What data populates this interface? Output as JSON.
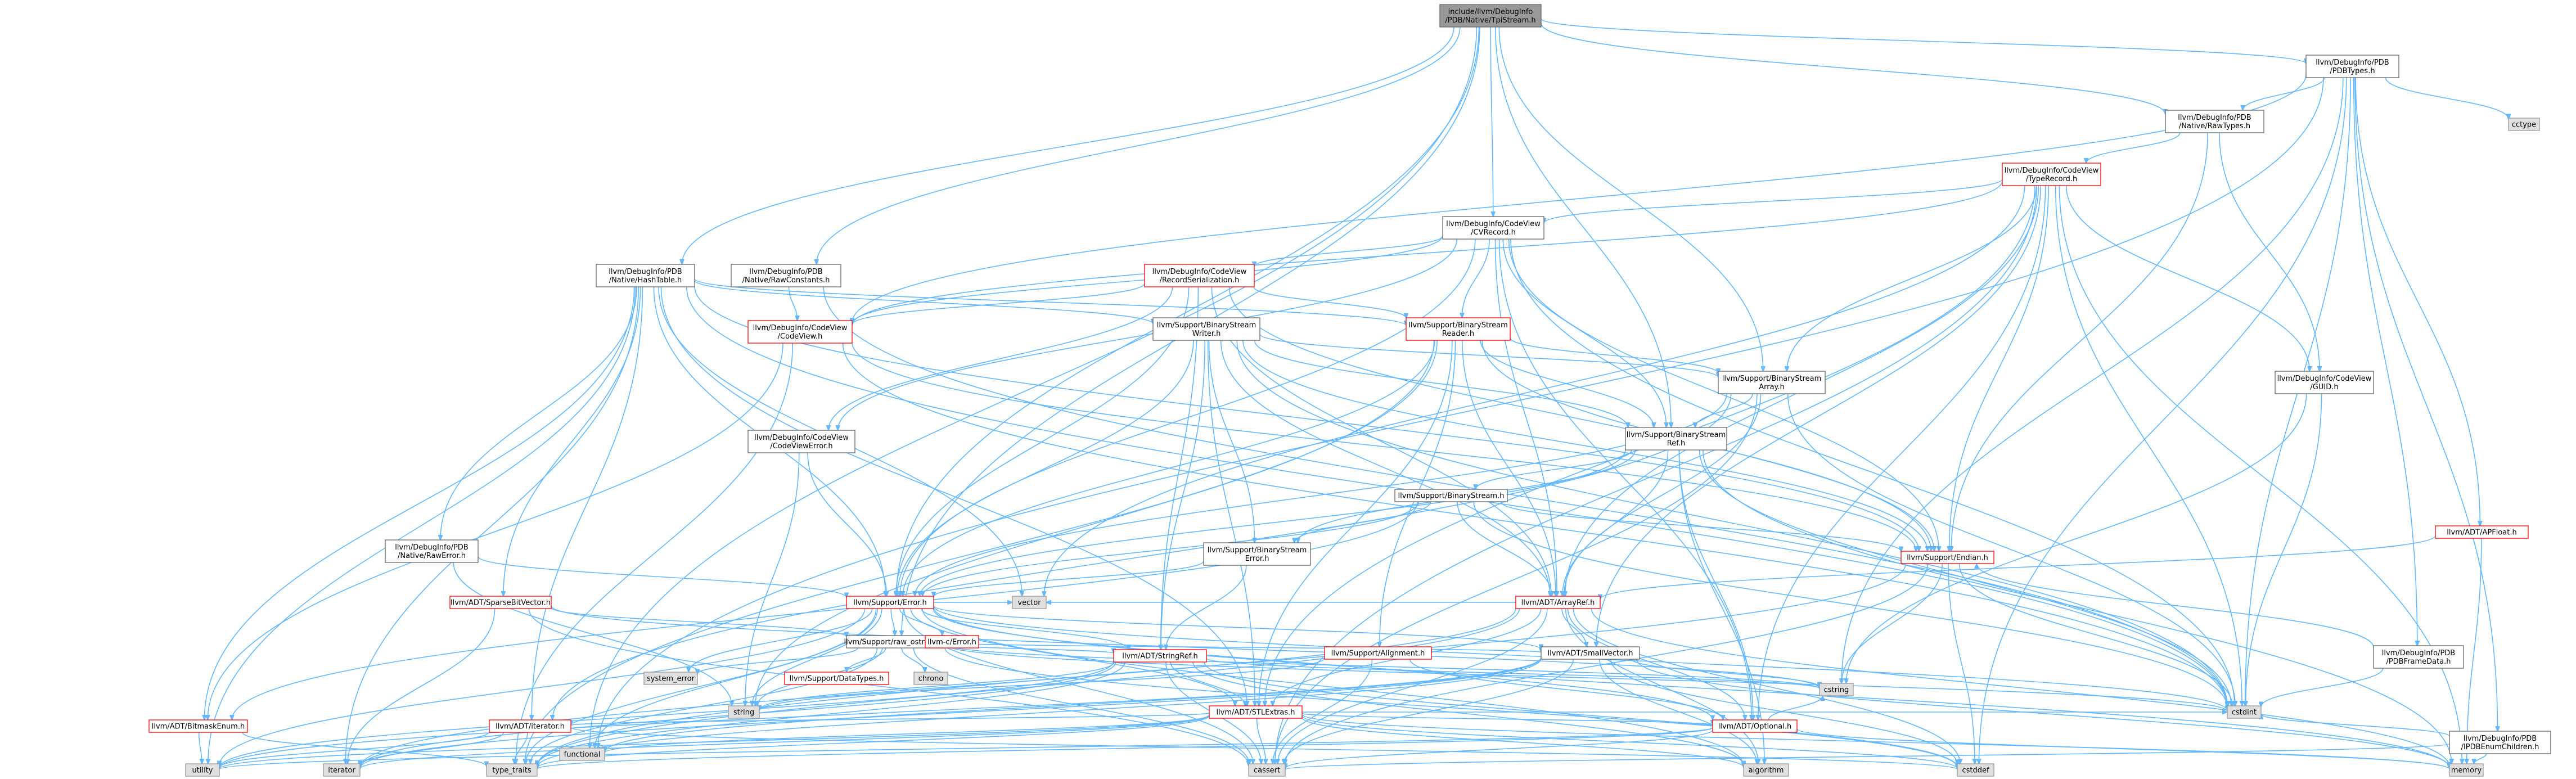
{
  "nodes": [
    {
      "id": "root",
      "label": [
        "include/llvm/DebugInfo",
        "/PDB/Native/TpiStream.h"
      ],
      "kind": "root"
    },
    {
      "id": "pdbtypes",
      "label": [
        "llvm/DebugInfo/PDB",
        "/PDBTypes.h"
      ],
      "kind": "normal"
    },
    {
      "id": "rawtypes",
      "label": [
        "llvm/DebugInfo/PDB",
        "/Native/RawTypes.h"
      ],
      "kind": "normal"
    },
    {
      "id": "cctype",
      "label": [
        "cctype"
      ],
      "kind": "std"
    },
    {
      "id": "typerecord",
      "label": [
        "llvm/DebugInfo/CodeView",
        "/TypeRecord.h"
      ],
      "kind": "red"
    },
    {
      "id": "cvrecord",
      "label": [
        "llvm/DebugInfo/CodeView",
        "/CVRecord.h"
      ],
      "kind": "normal"
    },
    {
      "id": "recordser",
      "label": [
        "llvm/DebugInfo/CodeView",
        "/RecordSerialization.h"
      ],
      "kind": "red"
    },
    {
      "id": "hashtable",
      "label": [
        "llvm/DebugInfo/PDB",
        "/Native/HashTable.h"
      ],
      "kind": "normal"
    },
    {
      "id": "rawconst",
      "label": [
        "llvm/DebugInfo/PDB",
        "/Native/RawConstants.h"
      ],
      "kind": "normal"
    },
    {
      "id": "codeview",
      "label": [
        "llvm/DebugInfo/CodeView",
        "/CodeView.h"
      ],
      "kind": "red"
    },
    {
      "id": "bswriter",
      "label": [
        "llvm/Support/BinaryStream",
        "Writer.h"
      ],
      "kind": "normal"
    },
    {
      "id": "bsreader",
      "label": [
        "llvm/Support/BinaryStream",
        "Reader.h"
      ],
      "kind": "red"
    },
    {
      "id": "bsarray",
      "label": [
        "llvm/Support/BinaryStream",
        "Array.h"
      ],
      "kind": "normal"
    },
    {
      "id": "guid",
      "label": [
        "llvm/DebugInfo/CodeView",
        "/GUID.h"
      ],
      "kind": "normal"
    },
    {
      "id": "bsref",
      "label": [
        "llvm/Support/BinaryStream",
        "Ref.h"
      ],
      "kind": "normal"
    },
    {
      "id": "cverror",
      "label": [
        "llvm/DebugInfo/CodeView",
        "/CodeViewError.h"
      ],
      "kind": "normal"
    },
    {
      "id": "bstream",
      "label": [
        "llvm/Support/BinaryStream.h"
      ],
      "kind": "normal"
    },
    {
      "id": "bserror",
      "label": [
        "llvm/Support/BinaryStream",
        "Error.h"
      ],
      "kind": "normal"
    },
    {
      "id": "rawerror",
      "label": [
        "llvm/DebugInfo/PDB",
        "/Native/RawError.h"
      ],
      "kind": "normal"
    },
    {
      "id": "sparsebv",
      "label": [
        "llvm/ADT/SparseBitVector.h"
      ],
      "kind": "red"
    },
    {
      "id": "error",
      "label": [
        "llvm/Support/Error.h"
      ],
      "kind": "red"
    },
    {
      "id": "endian",
      "label": [
        "llvm/Support/Endian.h"
      ],
      "kind": "red"
    },
    {
      "id": "arrayref",
      "label": [
        "llvm/ADT/ArrayRef.h"
      ],
      "kind": "red"
    },
    {
      "id": "apfloat",
      "label": [
        "llvm/ADT/APFloat.h"
      ],
      "kind": "red"
    },
    {
      "id": "rawostream",
      "label": [
        "llvm/Support/raw_ostream.h"
      ],
      "kind": "normal"
    },
    {
      "id": "cerror",
      "label": [
        "llvm-c/Error.h"
      ],
      "kind": "red"
    },
    {
      "id": "vector",
      "label": [
        "vector"
      ],
      "kind": "std"
    },
    {
      "id": "smallvector",
      "label": [
        "llvm/ADT/SmallVector.h"
      ],
      "kind": "normal"
    },
    {
      "id": "alignment",
      "label": [
        "llvm/Support/Alignment.h"
      ],
      "kind": "red"
    },
    {
      "id": "stringref",
      "label": [
        "llvm/ADT/StringRef.h"
      ],
      "kind": "red"
    },
    {
      "id": "datatypes",
      "label": [
        "llvm/Support/DataTypes.h"
      ],
      "kind": "red"
    },
    {
      "id": "chrono",
      "label": [
        "chrono"
      ],
      "kind": "std"
    },
    {
      "id": "systemerror",
      "label": [
        "system_error"
      ],
      "kind": "std"
    },
    {
      "id": "pdbframedata",
      "label": [
        "llvm/DebugInfo/PDB",
        "/PDBFrameData.h"
      ],
      "kind": "normal"
    },
    {
      "id": "pdbenumchildren",
      "label": [
        "llvm/DebugInfo/PDB",
        "/IPDBEnumChildren.h"
      ],
      "kind": "normal"
    },
    {
      "id": "stlextras",
      "label": [
        "llvm/ADT/STLExtras.h"
      ],
      "kind": "red"
    },
    {
      "id": "bitmaskenum",
      "label": [
        "llvm/ADT/BitmaskEnum.h"
      ],
      "kind": "red"
    },
    {
      "id": "iterator",
      "label": [
        "llvm/ADT/iterator.h"
      ],
      "kind": "red"
    },
    {
      "id": "optional",
      "label": [
        "llvm/ADT/Optional.h"
      ],
      "kind": "red"
    },
    {
      "id": "cstring",
      "label": [
        "cstring"
      ],
      "kind": "std"
    },
    {
      "id": "string",
      "label": [
        "string"
      ],
      "kind": "std"
    },
    {
      "id": "cstdint",
      "label": [
        "cstdint"
      ],
      "kind": "std"
    },
    {
      "id": "functional",
      "label": [
        "functional"
      ],
      "kind": "std"
    },
    {
      "id": "utility",
      "label": [
        "utility"
      ],
      "kind": "std"
    },
    {
      "id": "iteratorstd",
      "label": [
        "iterator"
      ],
      "kind": "std"
    },
    {
      "id": "typetraits",
      "label": [
        "type_traits"
      ],
      "kind": "std"
    },
    {
      "id": "cassert",
      "label": [
        "cassert"
      ],
      "kind": "std"
    },
    {
      "id": "algorithm",
      "label": [
        "algorithm"
      ],
      "kind": "std"
    },
    {
      "id": "cstddef",
      "label": [
        "cstddef"
      ],
      "kind": "std"
    },
    {
      "id": "memory",
      "label": [
        "memory"
      ],
      "kind": "std"
    }
  ],
  "edges": [
    [
      "root",
      "pdbtypes"
    ],
    [
      "root",
      "rawtypes"
    ],
    [
      "root",
      "cvrecord"
    ],
    [
      "root",
      "hashtable"
    ],
    [
      "root",
      "rawconst"
    ],
    [
      "root",
      "bsarray"
    ],
    [
      "root",
      "bsref"
    ],
    [
      "root",
      "error"
    ],
    [
      "root",
      "rawostream"
    ],
    [
      "root",
      "functional"
    ],
    [
      "pdbtypes",
      "rawtypes"
    ],
    [
      "pdbtypes",
      "cctype"
    ],
    [
      "pdbtypes",
      "apfloat"
    ],
    [
      "pdbtypes",
      "pdbframedata"
    ],
    [
      "pdbtypes",
      "pdbenumchildren"
    ],
    [
      "pdbtypes",
      "codeview"
    ],
    [
      "pdbtypes",
      "cstddef"
    ],
    [
      "pdbtypes",
      "cstdint"
    ],
    [
      "pdbtypes",
      "cstring"
    ],
    [
      "pdbtypes",
      "functional"
    ],
    [
      "rawtypes",
      "typerecord"
    ],
    [
      "rawtypes",
      "guid"
    ],
    [
      "rawtypes",
      "endian"
    ],
    [
      "typerecord",
      "cvrecord"
    ],
    [
      "typerecord",
      "codeview"
    ],
    [
      "typerecord",
      "guid"
    ],
    [
      "typerecord",
      "arrayref"
    ],
    [
      "typerecord",
      "endian"
    ],
    [
      "typerecord",
      "bsarray"
    ],
    [
      "typerecord",
      "optional"
    ],
    [
      "typerecord",
      "stlextras"
    ],
    [
      "typerecord",
      "smallvector"
    ],
    [
      "typerecord",
      "cstdint"
    ],
    [
      "typerecord",
      "vector"
    ],
    [
      "typerecord",
      "memory"
    ],
    [
      "typerecord",
      "cassert"
    ],
    [
      "cvrecord",
      "recordser"
    ],
    [
      "cvrecord",
      "codeview"
    ],
    [
      "cvrecord",
      "cverror"
    ],
    [
      "cvrecord",
      "bsreader"
    ],
    [
      "cvrecord",
      "bsref"
    ],
    [
      "cvrecord",
      "arrayref"
    ],
    [
      "cvrecord",
      "endian"
    ],
    [
      "cvrecord",
      "error"
    ],
    [
      "cvrecord",
      "optional"
    ],
    [
      "cvrecord",
      "cstdint"
    ],
    [
      "recordser",
      "codeview"
    ],
    [
      "recordser",
      "cverror"
    ],
    [
      "recordser",
      "bsreader"
    ],
    [
      "recordser",
      "arrayref"
    ],
    [
      "recordser",
      "stringref"
    ],
    [
      "recordser",
      "endian"
    ],
    [
      "recordser",
      "error"
    ],
    [
      "recordser",
      "cinttypes_skip"
    ],
    [
      "hashtable",
      "rawerror"
    ],
    [
      "hashtable",
      "sparsebv"
    ],
    [
      "hashtable",
      "bswriter"
    ],
    [
      "hashtable",
      "bsreader"
    ],
    [
      "hashtable",
      "endian"
    ],
    [
      "hashtable",
      "error"
    ],
    [
      "hashtable",
      "iteratorstd"
    ],
    [
      "hashtable",
      "cstdint"
    ],
    [
      "hashtable",
      "utility"
    ],
    [
      "hashtable",
      "vector"
    ],
    [
      "hashtable",
      "bitmaskenum"
    ],
    [
      "hashtable",
      "iterator"
    ],
    [
      "hashtable",
      "stlextras"
    ],
    [
      "rawconst",
      "codeview"
    ],
    [
      "rawconst",
      "cstdint"
    ],
    [
      "codeview",
      "bitmaskenum"
    ],
    [
      "codeview",
      "endian"
    ],
    [
      "codeview",
      "cstdint"
    ],
    [
      "codeview",
      "typetraits"
    ],
    [
      "bswriter",
      "bsarray"
    ],
    [
      "bswriter",
      "bserror"
    ],
    [
      "bswriter",
      "bsref"
    ],
    [
      "bswriter",
      "arrayref"
    ],
    [
      "bswriter",
      "stringref"
    ],
    [
      "bswriter",
      "endian"
    ],
    [
      "bswriter",
      "error"
    ],
    [
      "bswriter",
      "cstdint"
    ],
    [
      "bswriter",
      "stlextras"
    ],
    [
      "bsreader",
      "bsarray"
    ],
    [
      "bsreader",
      "bsref"
    ],
    [
      "bsreader",
      "alignment"
    ],
    [
      "bsreader",
      "arrayref"
    ],
    [
      "bsreader",
      "endian"
    ],
    [
      "bsreader",
      "error"
    ],
    [
      "bsreader",
      "stlextras"
    ],
    [
      "bsreader",
      "typetraits"
    ],
    [
      "bsreader",
      "string"
    ],
    [
      "bsarray",
      "bsref"
    ],
    [
      "bsarray",
      "arrayref"
    ],
    [
      "bsarray",
      "iterator"
    ],
    [
      "bsarray",
      "error"
    ],
    [
      "bsarray",
      "cassert"
    ],
    [
      "bsarray",
      "cstdint"
    ],
    [
      "guid",
      "cstdint"
    ],
    [
      "guid",
      "cstring"
    ],
    [
      "bsref",
      "bstream"
    ],
    [
      "bsref",
      "bserror"
    ],
    [
      "bsref",
      "arrayref"
    ],
    [
      "bsref",
      "optional"
    ],
    [
      "bsref",
      "error"
    ],
    [
      "bsref",
      "algorithm"
    ],
    [
      "bsref",
      "cstdint"
    ],
    [
      "bsref",
      "memory"
    ],
    [
      "cverror",
      "error"
    ],
    [
      "cverror",
      "string"
    ],
    [
      "bstream",
      "bserror"
    ],
    [
      "bstream",
      "arrayref"
    ],
    [
      "bstream",
      "endian"
    ],
    [
      "bstream",
      "bitmaskenum"
    ],
    [
      "bstream",
      "error"
    ],
    [
      "bstream",
      "cstdint"
    ],
    [
      "bserror",
      "error"
    ],
    [
      "bserror",
      "stringref"
    ],
    [
      "rawerror",
      "error"
    ],
    [
      "rawerror",
      "string"
    ],
    [
      "sparsebv",
      "rawostream"
    ],
    [
      "sparsebv",
      "cassert"
    ],
    [
      "sparsebv",
      "iteratorstd"
    ],
    [
      "sparsebv",
      "cstring"
    ],
    [
      "error",
      "cerror"
    ],
    [
      "error",
      "rawostream"
    ],
    [
      "error",
      "vector"
    ],
    [
      "error",
      "cassert"
    ],
    [
      "error",
      "functional"
    ],
    [
      "error",
      "string"
    ],
    [
      "error",
      "memory"
    ],
    [
      "error",
      "stringref"
    ],
    [
      "error",
      "systemerror"
    ],
    [
      "error",
      "typetraits"
    ],
    [
      "error",
      "utility"
    ],
    [
      "error",
      "smallvector"
    ],
    [
      "error",
      "optional"
    ],
    [
      "error",
      "stlextras"
    ],
    [
      "error",
      "cstdint"
    ],
    [
      "error",
      "algorithm"
    ],
    [
      "error",
      "cstdlib_skip"
    ],
    [
      "endian",
      "cassert"
    ],
    [
      "endian",
      "cstddef"
    ],
    [
      "endian",
      "cstdint"
    ],
    [
      "endian",
      "cstring"
    ],
    [
      "endian",
      "typetraits"
    ],
    [
      "arrayref",
      "smallvector"
    ],
    [
      "arrayref",
      "stlextras"
    ],
    [
      "arrayref",
      "algorithm"
    ],
    [
      "arrayref",
      "cassert"
    ],
    [
      "arrayref",
      "cstddef"
    ],
    [
      "arrayref",
      "memory"
    ],
    [
      "arrayref",
      "vector"
    ],
    [
      "arrayref",
      "iteratorstd"
    ],
    [
      "arrayref",
      "typetraits"
    ],
    [
      "arrayref",
      "optional"
    ],
    [
      "apfloat",
      "arrayref"
    ],
    [
      "apfloat",
      "memory"
    ],
    [
      "rawostream",
      "stringref"
    ],
    [
      "rawostream",
      "datatypes"
    ],
    [
      "rawostream",
      "chrono"
    ],
    [
      "rawostream",
      "systemerror"
    ],
    [
      "rawostream",
      "cassert"
    ],
    [
      "rawostream",
      "cstddef"
    ],
    [
      "rawostream",
      "cstdint"
    ],
    [
      "rawostream",
      "cstring"
    ],
    [
      "rawostream",
      "string"
    ],
    [
      "rawostream",
      "typetraits"
    ],
    [
      "rawostream",
      "smallvector"
    ],
    [
      "smallvector",
      "stlextras_skip"
    ],
    [
      "smallvector",
      "algorithm"
    ],
    [
      "smallvector",
      "cassert"
    ],
    [
      "smallvector",
      "cstddef"
    ],
    [
      "smallvector",
      "cstdlib_skip"
    ],
    [
      "smallvector",
      "cstring"
    ],
    [
      "smallvector",
      "functional"
    ],
    [
      "smallvector",
      "iteratorstd"
    ],
    [
      "smallvector",
      "memory"
    ],
    [
      "smallvector",
      "typetraits"
    ],
    [
      "smallvector",
      "utility"
    ],
    [
      "alignment",
      "cassert"
    ],
    [
      "alignment",
      "string"
    ],
    [
      "alignment",
      "optional"
    ],
    [
      "stringref",
      "stlextras"
    ],
    [
      "stringref",
      "iteratorstd"
    ],
    [
      "stringref",
      "algorithm"
    ],
    [
      "stringref",
      "cassert"
    ],
    [
      "stringref",
      "cstddef"
    ],
    [
      "stringref",
      "cstring"
    ],
    [
      "stringref",
      "string"
    ],
    [
      "stringref",
      "typetraits"
    ],
    [
      "stringref",
      "utility"
    ],
    [
      "pdbframedata",
      "cstdint"
    ],
    [
      "pdbframedata",
      "endian"
    ],
    [
      "pdbenumchildren",
      "cassert"
    ],
    [
      "pdbenumchildren",
      "cstdint"
    ],
    [
      "pdbenumchildren",
      "memory"
    ],
    [
      "stlextras",
      "optional"
    ],
    [
      "stlextras",
      "iterator"
    ],
    [
      "stlextras",
      "algorithm"
    ],
    [
      "stlextras",
      "cassert"
    ],
    [
      "stlextras",
      "cstddef"
    ],
    [
      "stlextras",
      "cstdint"
    ],
    [
      "stlextras",
      "functional"
    ],
    [
      "stlextras",
      "iteratorstd"
    ],
    [
      "stlextras",
      "memory"
    ],
    [
      "stlextras",
      "typetraits"
    ],
    [
      "stlextras",
      "utility"
    ],
    [
      "stlextras",
      "bitmaskenum_skip"
    ],
    [
      "bitmaskenum",
      "typetraits"
    ],
    [
      "bitmaskenum",
      "cassert_skip"
    ],
    [
      "bitmaskenum",
      "utility"
    ],
    [
      "iterator",
      "iteratorstd"
    ],
    [
      "iterator",
      "typetraits"
    ],
    [
      "iterator",
      "cstddef"
    ],
    [
      "iterator",
      "utility"
    ],
    [
      "optional",
      "cassert"
    ],
    [
      "optional",
      "memory"
    ],
    [
      "optional",
      "typetraits"
    ],
    [
      "optional",
      "utility"
    ],
    [
      "optional",
      "cstring"
    ]
  ],
  "colors": {
    "root_fill": "#999999",
    "node_fill": "#ffffff",
    "std_fill": "#e0e0e0",
    "normal_stroke": "#666666",
    "red_stroke": "#ff0000",
    "std_stroke": "#999999",
    "edge": "#63b8ff"
  }
}
